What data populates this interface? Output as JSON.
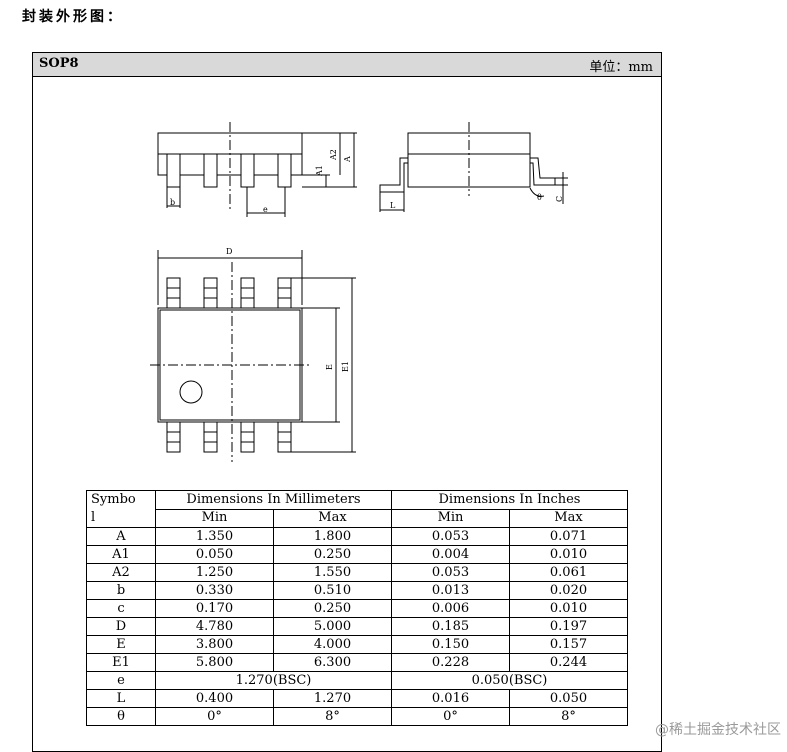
{
  "page_title": "封装外形图：",
  "package": "SOP8",
  "unit_label": "单位：mm",
  "drawing_labels": {
    "b": "b",
    "e": "e",
    "A": "A",
    "A1": "A1",
    "A2": "A2",
    "L": "L",
    "theta": "θ",
    "C": "C",
    "D": "D",
    "E": "E",
    "E1": "E1"
  },
  "table": {
    "symbol_header": "Symbo\nl",
    "mm_header": "Dimensions In Millimeters",
    "in_header": "Dimensions In Inches",
    "min_label": "Min",
    "max_label": "Max",
    "rows": [
      {
        "sym": "A",
        "mm_min": "1.350",
        "mm_max": "1.800",
        "in_min": "0.053",
        "in_max": "0.071"
      },
      {
        "sym": "A1",
        "mm_min": "0.050",
        "mm_max": "0.250",
        "in_min": "0.004",
        "in_max": "0.010"
      },
      {
        "sym": "A2",
        "mm_min": "1.250",
        "mm_max": "1.550",
        "in_min": "0.053",
        "in_max": "0.061"
      },
      {
        "sym": "b",
        "mm_min": "0.330",
        "mm_max": "0.510",
        "in_min": "0.013",
        "in_max": "0.020"
      },
      {
        "sym": "c",
        "mm_min": "0.170",
        "mm_max": "0.250",
        "in_min": "0.006",
        "in_max": "0.010"
      },
      {
        "sym": "D",
        "mm_min": "4.780",
        "mm_max": "5.000",
        "in_min": "0.185",
        "in_max": "0.197"
      },
      {
        "sym": "E",
        "mm_min": "3.800",
        "mm_max": "4.000",
        "in_min": "0.150",
        "in_max": "0.157"
      },
      {
        "sym": "E1",
        "mm_min": "5.800",
        "mm_max": "6.300",
        "in_min": "0.228",
        "in_max": "0.244"
      },
      {
        "sym": "e",
        "mm_bsc": "1.270(BSC)",
        "in_bsc": "0.050(BSC)"
      },
      {
        "sym": "L",
        "mm_min": "0.400",
        "mm_max": "1.270",
        "in_min": "0.016",
        "in_max": "0.050"
      },
      {
        "sym": "θ",
        "mm_min": "0°",
        "mm_max": "8°",
        "in_min": "0°",
        "in_max": "8°"
      }
    ]
  },
  "watermark": "@稀土掘金技术社区"
}
